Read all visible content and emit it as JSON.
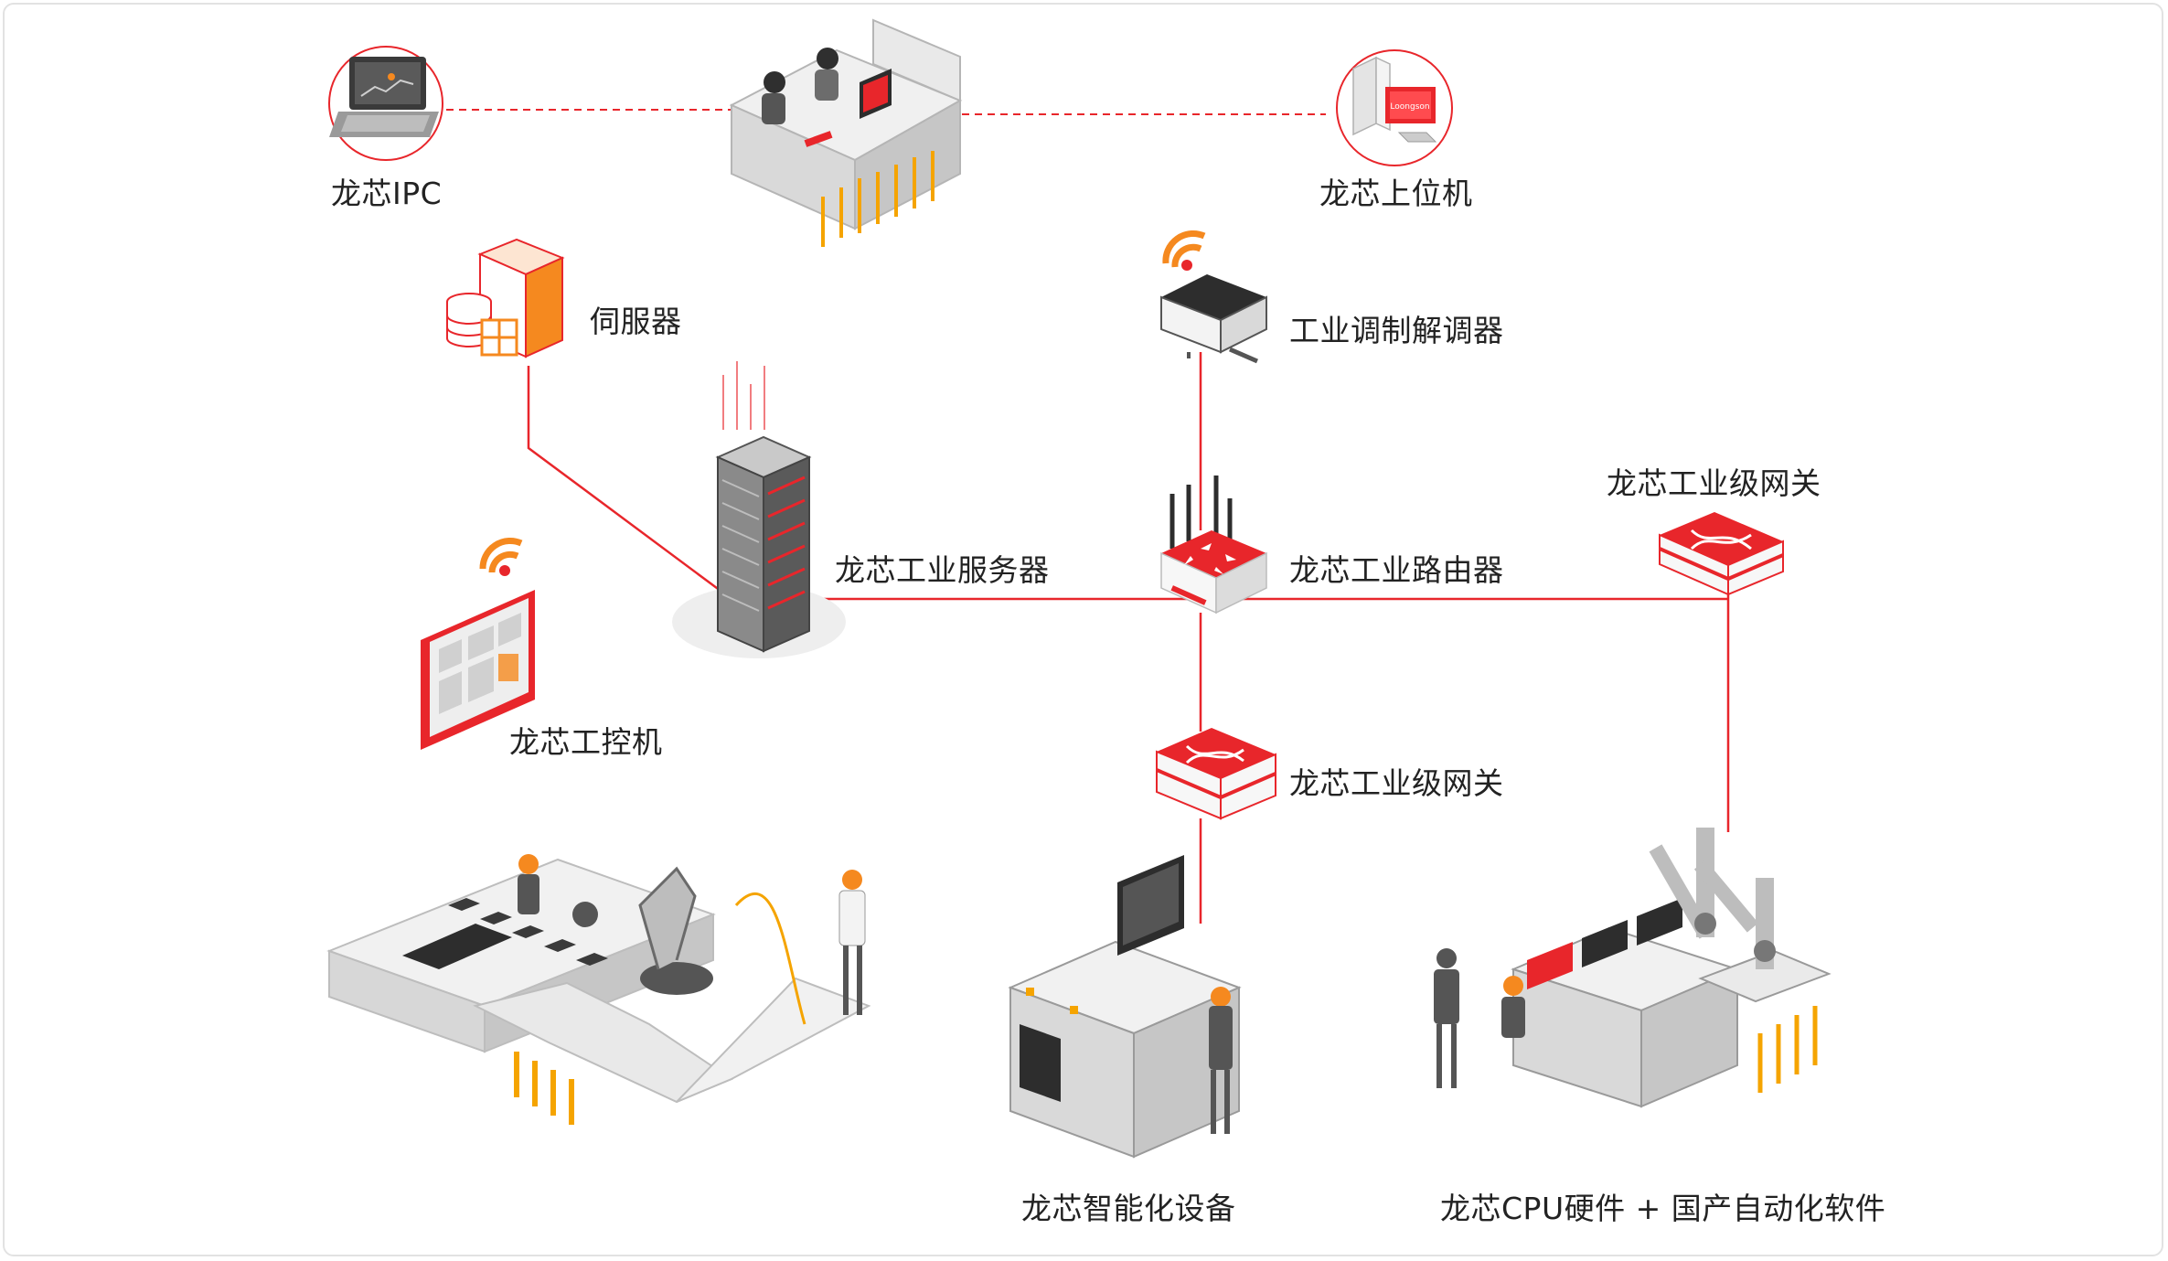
{
  "colors": {
    "accent": "#e8262b",
    "orange": "#f5891f",
    "grey_light": "#ececec",
    "grey_mid": "#c9c9c9",
    "grey_dark": "#555555",
    "frame": "#e2e2e2"
  },
  "nodes": {
    "ipc": {
      "label": "龙芯IPC",
      "icon": "laptop-icon"
    },
    "host": {
      "label": "龙芯上位机",
      "icon": "desktop-computer-icon"
    },
    "servo": {
      "label": "伺服器",
      "icon": "servo-server-icon"
    },
    "modem": {
      "label": "工业调制解调器",
      "icon": "modem-icon"
    },
    "server": {
      "label": "龙芯工业服务器",
      "icon": "rack-server-icon"
    },
    "router": {
      "label": "龙芯工业路由器",
      "icon": "router-icon"
    },
    "gateway_right": {
      "label": "龙芯工业级网关",
      "icon": "gateway-icon"
    },
    "panel_pc": {
      "label": "龙芯工控机",
      "icon": "panel-pc-icon"
    },
    "gateway_mid": {
      "label": "龙芯工业级网关",
      "icon": "gateway-icon"
    },
    "smart_device": {
      "label": "龙芯智能化设备",
      "icon": "cnc-machine-icon"
    },
    "cpu_software": {
      "label": "龙芯CPU硬件 + 国产自动化软件",
      "icon": "control-room-icon"
    },
    "control_room": {
      "icon": "control-room-icon"
    },
    "production_line": {
      "icon": "conveyor-line-icon"
    }
  }
}
